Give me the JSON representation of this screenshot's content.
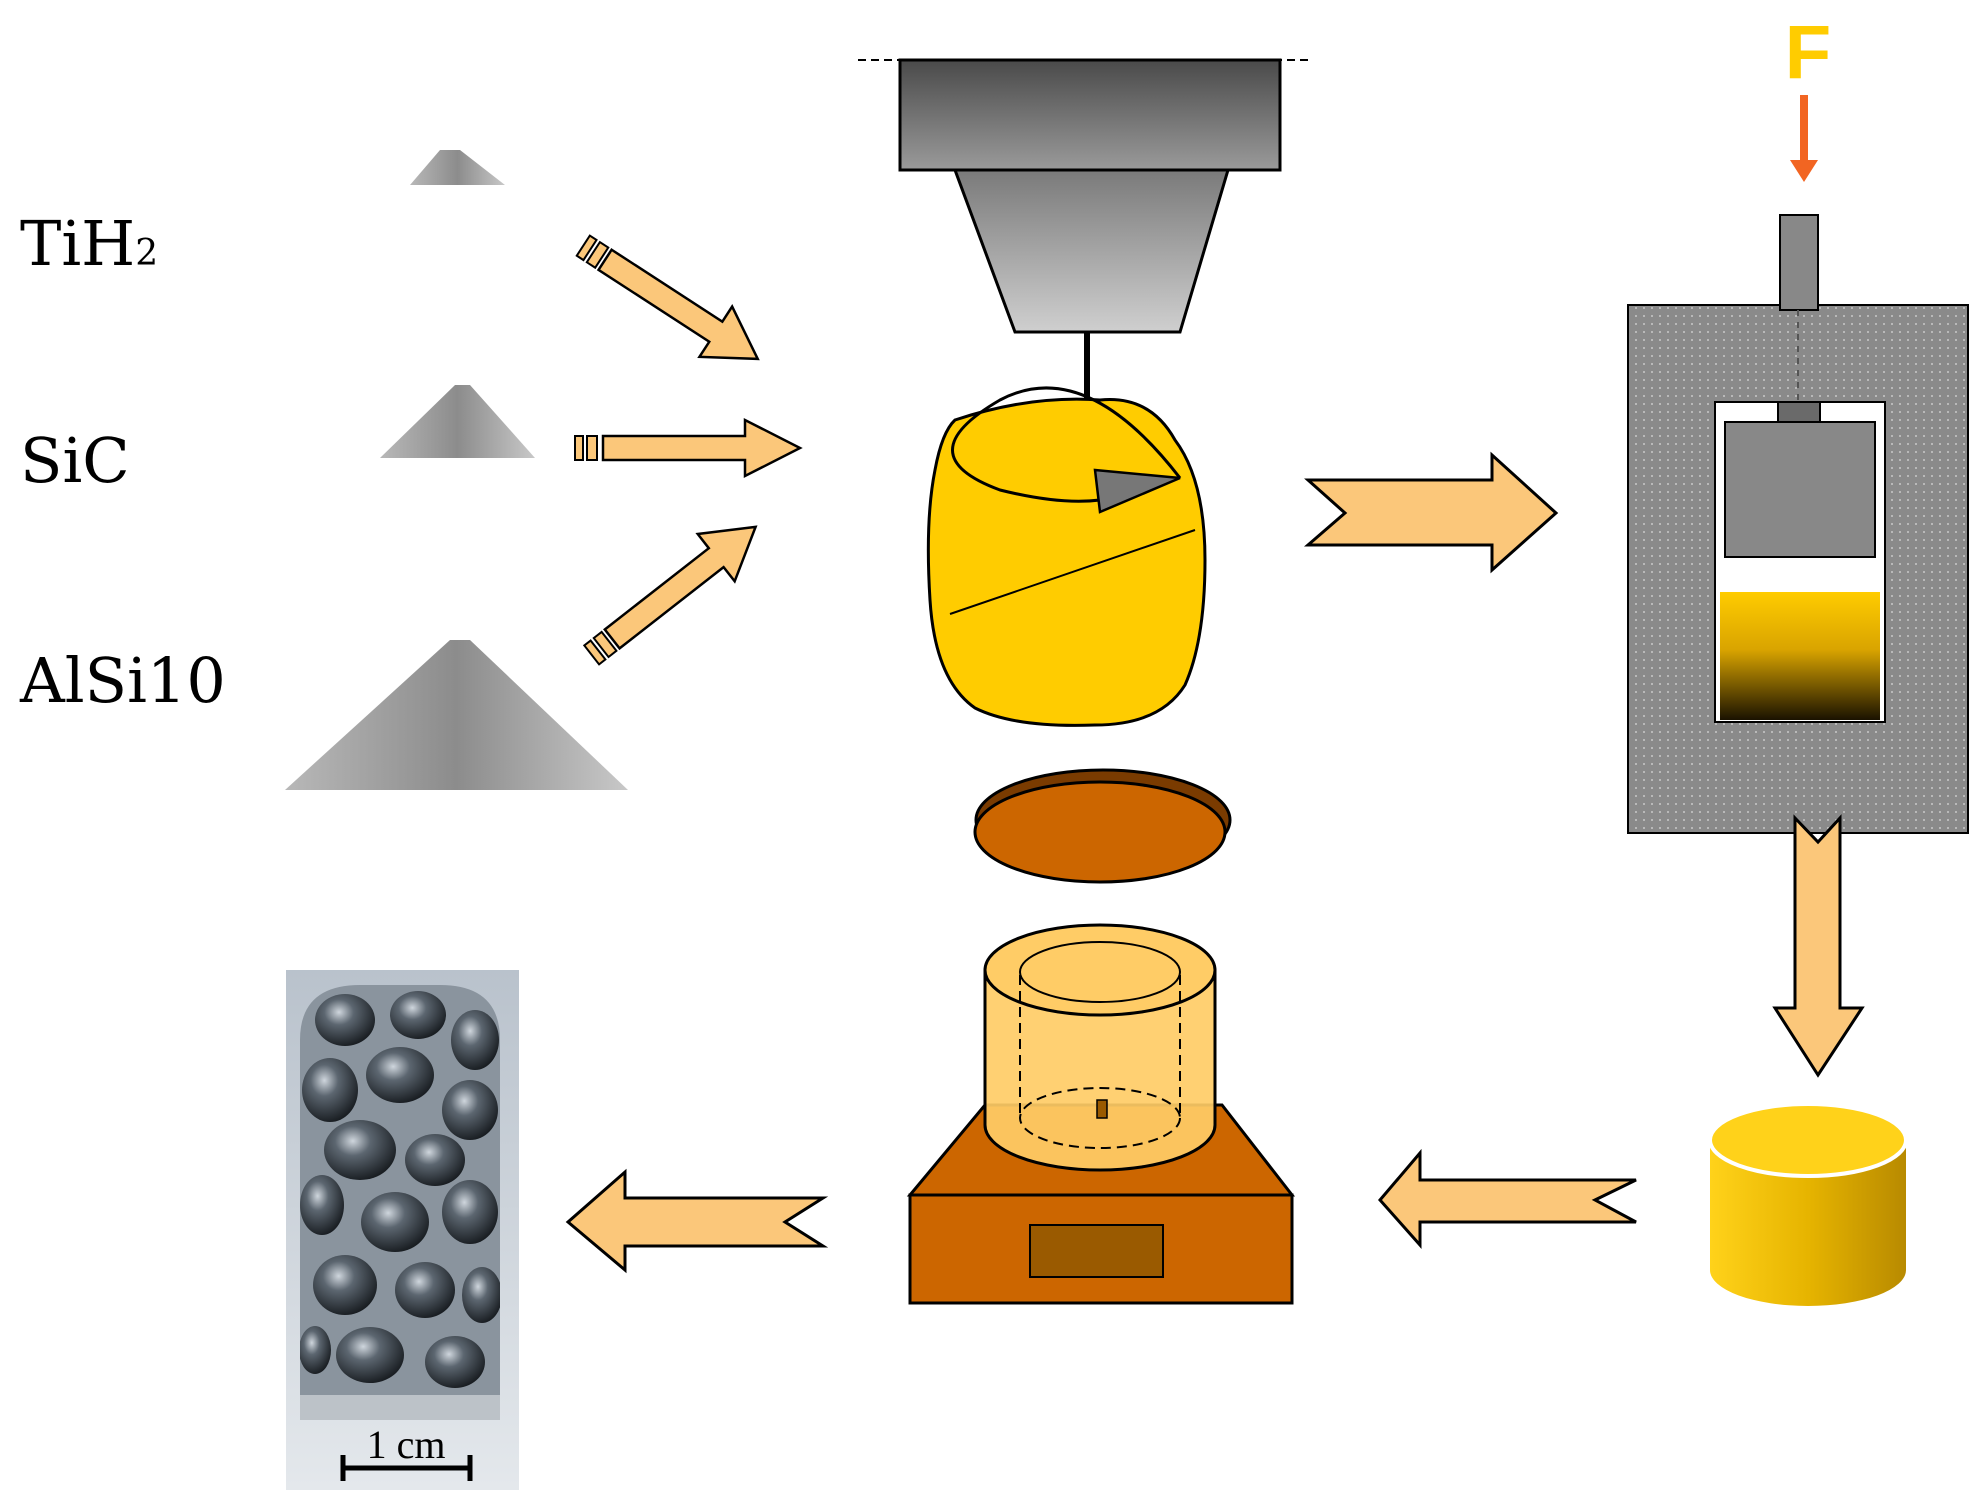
{
  "powders": [
    {
      "name": "TiH",
      "subscript": "2",
      "label": "TiH2"
    },
    {
      "name": "SiC",
      "subscript": "",
      "label": "SiC"
    },
    {
      "name": "AlSi10",
      "subscript": "",
      "label": "AlSi10"
    }
  ],
  "force_label": "F",
  "scale_bar_label": "1 cm",
  "colors": {
    "arrow_fill": "#FBC77A",
    "arrow_stroke": "#000000",
    "mixer_jar": "#FFCC00",
    "press_body": "#8A8A8A",
    "force_arrow": "#F26522",
    "force_text": "#FFCC00",
    "furnace": "#CC6600",
    "compact": "#E8B800"
  },
  "icons": {
    "mixer": "turbula-mixer-icon",
    "press": "uniaxial-press-icon",
    "compact": "precursor-pellet-icon",
    "furnace": "foaming-furnace-icon",
    "sample": "foam-sample-photo"
  }
}
